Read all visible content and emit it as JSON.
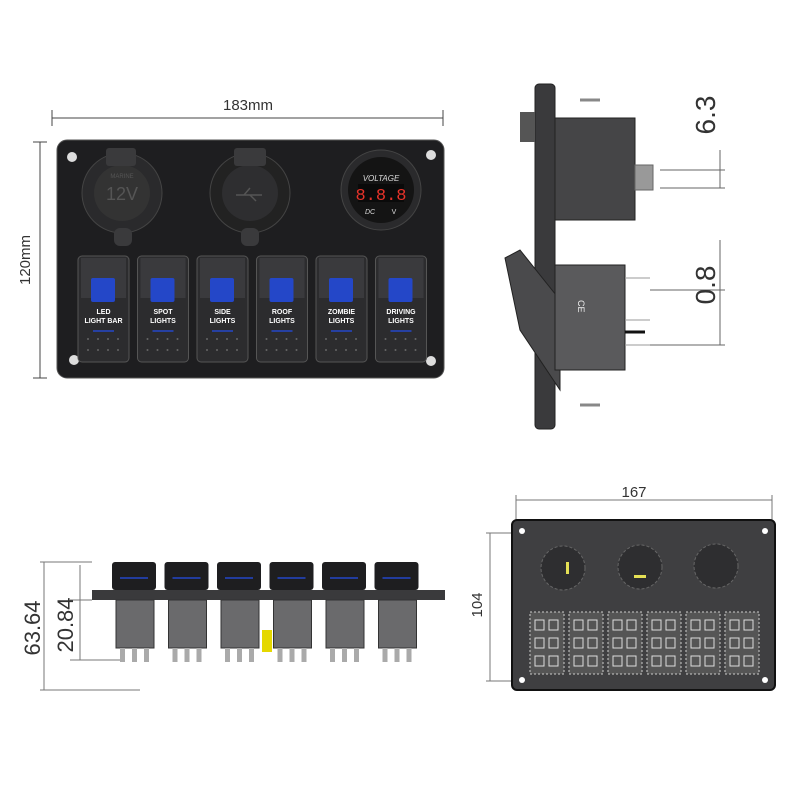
{
  "dimensions": {
    "front_width": "183mm",
    "front_height": "120mm",
    "side_top": "6.3",
    "side_bottom": "0.8",
    "bottom_height": "63.64",
    "bottom_inner_height": "20.84",
    "rear_width": "167",
    "rear_height": "104"
  },
  "front_panel": {
    "socket_label": "12V",
    "socket_ring_text": "MARINE",
    "voltmeter": {
      "title": "VOLTAGE",
      "reading": "8.8.8",
      "unit_left": "DC",
      "unit_right": "V",
      "digit_color": "#e8332a"
    },
    "switches": [
      {
        "label_1": "LED",
        "label_2": "LIGHT BAR",
        "icon": "light-bar-icon"
      },
      {
        "label_1": "SPOT",
        "label_2": "LIGHTS",
        "icon": "spot-lights-icon"
      },
      {
        "label_1": "SIDE",
        "label_2": "LIGHTS",
        "icon": "side-lights-icon"
      },
      {
        "label_1": "ROOF",
        "label_2": "LIGHTS",
        "icon": "roof-lights-icon"
      },
      {
        "label_1": "ZOMBIE",
        "label_2": "LIGHTS",
        "icon": "biohazard-icon"
      },
      {
        "label_1": "DRIVING",
        "label_2": "LIGHTS",
        "icon": "headlight-icon"
      }
    ],
    "accent_color": "#2447c8"
  },
  "side_view": {
    "mark": "CE"
  }
}
